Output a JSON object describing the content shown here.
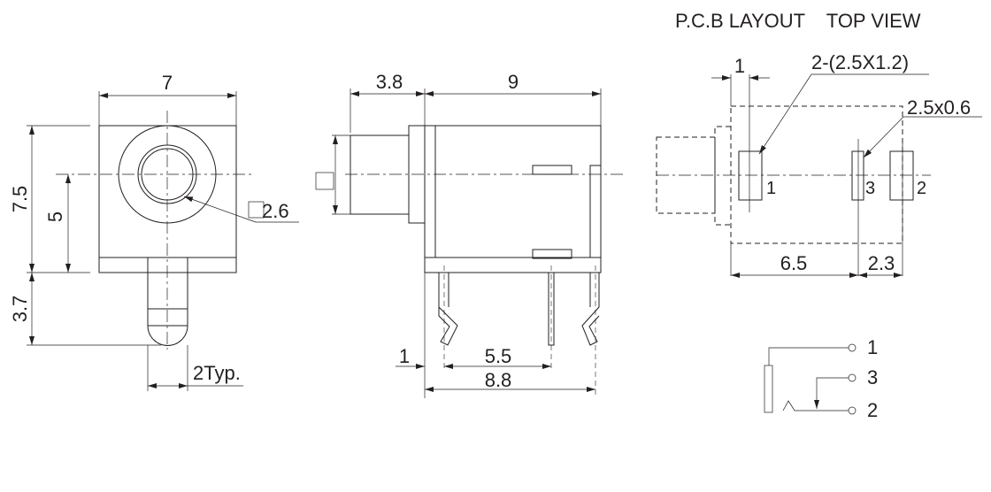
{
  "front_view": {
    "width_dim": "7",
    "height_dim": "7.5",
    "center_height_dim": "5",
    "pin_length_dim": "3.7",
    "pin_width_dim": "2Typ.",
    "bore_dim": "2.6"
  },
  "side_view": {
    "plug_length_dim": "3.8",
    "body_length_dim": "9",
    "pin_offset_dim": "1",
    "pin_spacing_dim": "5.5",
    "pin_span_dim": "8.8"
  },
  "pcb_layout": {
    "title": "P.C.B LAYOUT    TOP VIEW",
    "edge_offset_dim": "1",
    "large_pad_note": "2-(2.5X1.2)",
    "small_pad_note": "2.5x0.6",
    "pads": [
      {
        "label": "1"
      },
      {
        "label": "3"
      },
      {
        "label": "2"
      }
    ],
    "spacing_dim_1": "6.5",
    "spacing_dim_2": "2.3"
  },
  "schematic": {
    "terminals": [
      {
        "label": "1"
      },
      {
        "label": "3"
      },
      {
        "label": "2"
      }
    ]
  }
}
